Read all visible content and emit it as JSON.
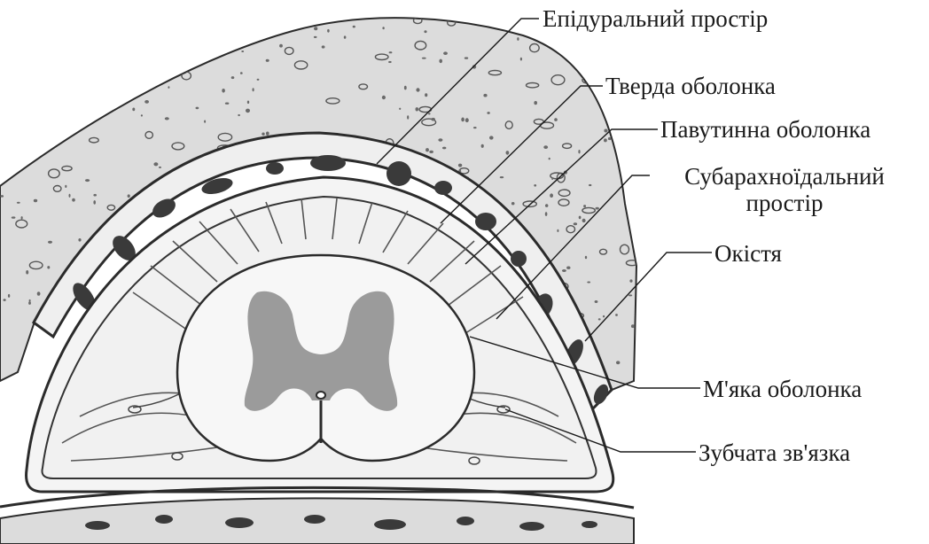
{
  "figure": {
    "labels": {
      "epidural_space": "Епідуральний простір",
      "dura_mater": "Тверда оболонка",
      "arachnoid_mater": "Павутинна оболонка",
      "subarachnoid_space_line1": "Субарахноїдальний",
      "subarachnoid_space_line2": "простір",
      "periosteum": "Окістя",
      "pia_mater": "М'яка оболонка",
      "denticulate_ligament": "Зубчата зв'язка"
    },
    "colors": {
      "bone": "#dcdcdc",
      "bone_pore": "#6a6a6a",
      "outline": "#2b2b2b",
      "fat_layer": "#efefef",
      "vessel": "#3a3a3a",
      "subarachnoid": "#f2f2f2",
      "cord_white_matter": "#f7f7f7",
      "cord_gray_matter": "#9b9b9b",
      "leader_line": "#1a1a1a"
    }
  }
}
